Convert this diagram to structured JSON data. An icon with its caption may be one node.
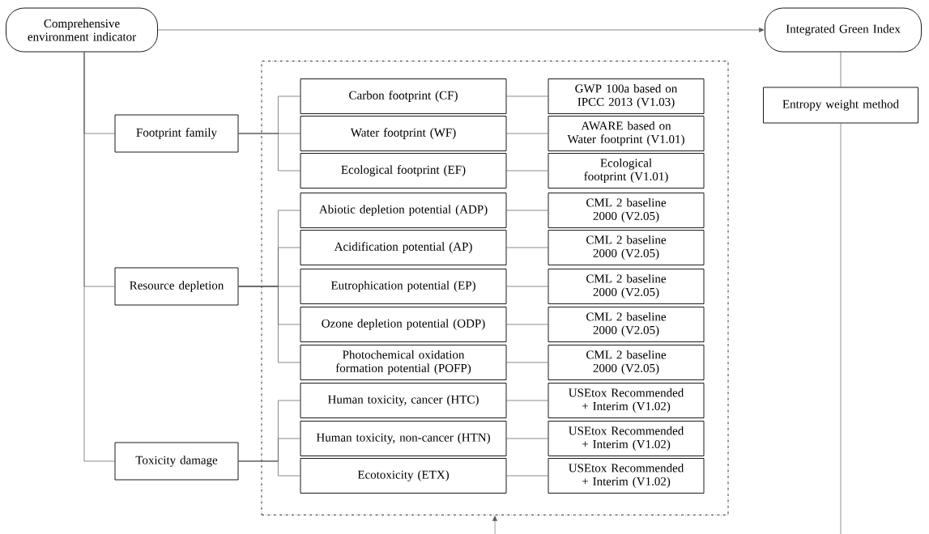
{
  "diagram": {
    "nodes": [
      {
        "text": [
          "Comprehensive environment indicator"
        ]
      },
      {
        "text": [
          "Integrated Green Index"
        ]
      },
      {
        "text": [
          "Entropy weight method"
        ]
      },
      {
        "text": [
          "Footprint family"
        ]
      },
      {
        "text": [
          "Resource depletion"
        ]
      },
      {
        "text": [
          "Toxicity damage"
        ]
      },
      {
        "text": [],
        "shape": "box"
      },
      {
        "text": [
          "Carbon footprint (CF)"
        ],
        "in": 6
      },
      {
        "text": [
          "GWP 100a based on IPCC 2013 (V1.03)"
        ],
        "in": 6
      },
      {
        "text": [
          "Water footprint (WF)"
        ],
        "in": 6
      },
      {
        "text": [
          "AWARE based on Water footprint (V1.01)"
        ],
        "in": 6
      },
      {
        "text": [
          "Ecological footprint (EF)"
        ],
        "in": 6
      },
      {
        "text": [
          "Ecological footprint (V1.01)"
        ],
        "in": 6
      },
      {
        "text": [
          "Abiotic depletion potential (ADP)"
        ],
        "in": 6
      },
      {
        "text": [
          "CML 2 baseline 2000 (V2.05)"
        ],
        "in": 6
      },
      {
        "text": [
          "Acidification potential (AP)"
        ],
        "in": 6
      },
      {
        "text": [
          "CML 2 baseline 2000 (V2.05)"
        ],
        "in": 6
      },
      {
        "text": [
          "Eutrophication potential (EP)"
        ],
        "in": 6
      },
      {
        "text": [
          "CML 2 baseline 2000 (V2.05)"
        ],
        "in": 6
      },
      {
        "text": [
          "Ozone depletion potential (ODP)"
        ],
        "in": 6
      },
      {
        "text": [
          "CML 2 baseline 2000 (V2.05)"
        ],
        "in": 6
      },
      {
        "text": [
          "Photochemical oxidation formation potential (POFP)"
        ],
        "in": 6
      },
      {
        "text": [
          "CML 2 baseline 2000 (V2.05)"
        ],
        "in": 6
      },
      {
        "text": [
          "Human toxicity, cancer (HTC)"
        ],
        "in": 6
      },
      {
        "text": [
          "USEtox Recommended + Interim (V1.02)"
        ],
        "in": 6
      },
      {
        "text": [
          "Human toxicity, non-cancer (HTN)"
        ],
        "in": 6
      },
      {
        "text": [
          "USEtox Recommended + Interim (V1.02)"
        ],
        "in": 6
      },
      {
        "text": [
          "Ecotoxicity (ETX)"
        ],
        "in": 6
      },
      {
        "text": [
          "USEtox Recommended + Interim (V1.02)"
        ],
        "in": 6
      }
    ],
    "edges": [
      {
        "from": 0,
        "to": 1,
        "arrow": "to"
      },
      {
        "from": 1,
        "to": 2,
        "arrow": "none"
      },
      {
        "from": 2,
        "to": null,
        "arrow": "none"
      },
      {
        "from": null,
        "to": 6,
        "arrow": "to"
      },
      {
        "from": 0,
        "to": 3,
        "arrow": "none"
      },
      {
        "from": 0,
        "to": 4,
        "arrow": "none"
      },
      {
        "from": 0,
        "to": 5,
        "arrow": "none"
      },
      {
        "from": 3,
        "to": 7,
        "arrow": "none"
      },
      {
        "from": 3,
        "to": 9,
        "arrow": "none"
      },
      {
        "from": 3,
        "to": 11,
        "arrow": "none"
      },
      {
        "from": 4,
        "to": 13,
        "arrow": "none"
      },
      {
        "from": 4,
        "to": 15,
        "arrow": "none"
      },
      {
        "from": 4,
        "to": 17,
        "arrow": "none"
      },
      {
        "from": 4,
        "to": 19,
        "arrow": "none"
      },
      {
        "from": 4,
        "to": 21,
        "arrow": "none"
      },
      {
        "from": 5,
        "to": 23,
        "arrow": "none"
      },
      {
        "from": 5,
        "to": 25,
        "arrow": "none"
      },
      {
        "from": 5,
        "to": 27,
        "arrow": "none"
      },
      {
        "from": 7,
        "to": 8,
        "arrow": "none"
      },
      {
        "from": 9,
        "to": 10,
        "arrow": "none"
      },
      {
        "from": 11,
        "to": 12,
        "arrow": "none"
      },
      {
        "from": 13,
        "to": 14,
        "arrow": "none"
      },
      {
        "from": 15,
        "to": 16,
        "arrow": "none"
      },
      {
        "from": 17,
        "to": 18,
        "arrow": "none"
      },
      {
        "from": 19,
        "to": 20,
        "arrow": "none"
      },
      {
        "from": 21,
        "to": 22,
        "arrow": "none"
      },
      {
        "from": 23,
        "to": 24,
        "arrow": "none"
      },
      {
        "from": 25,
        "to": 26,
        "arrow": "none"
      },
      {
        "from": 27,
        "to": 28,
        "arrow": "none"
      }
    ]
  }
}
